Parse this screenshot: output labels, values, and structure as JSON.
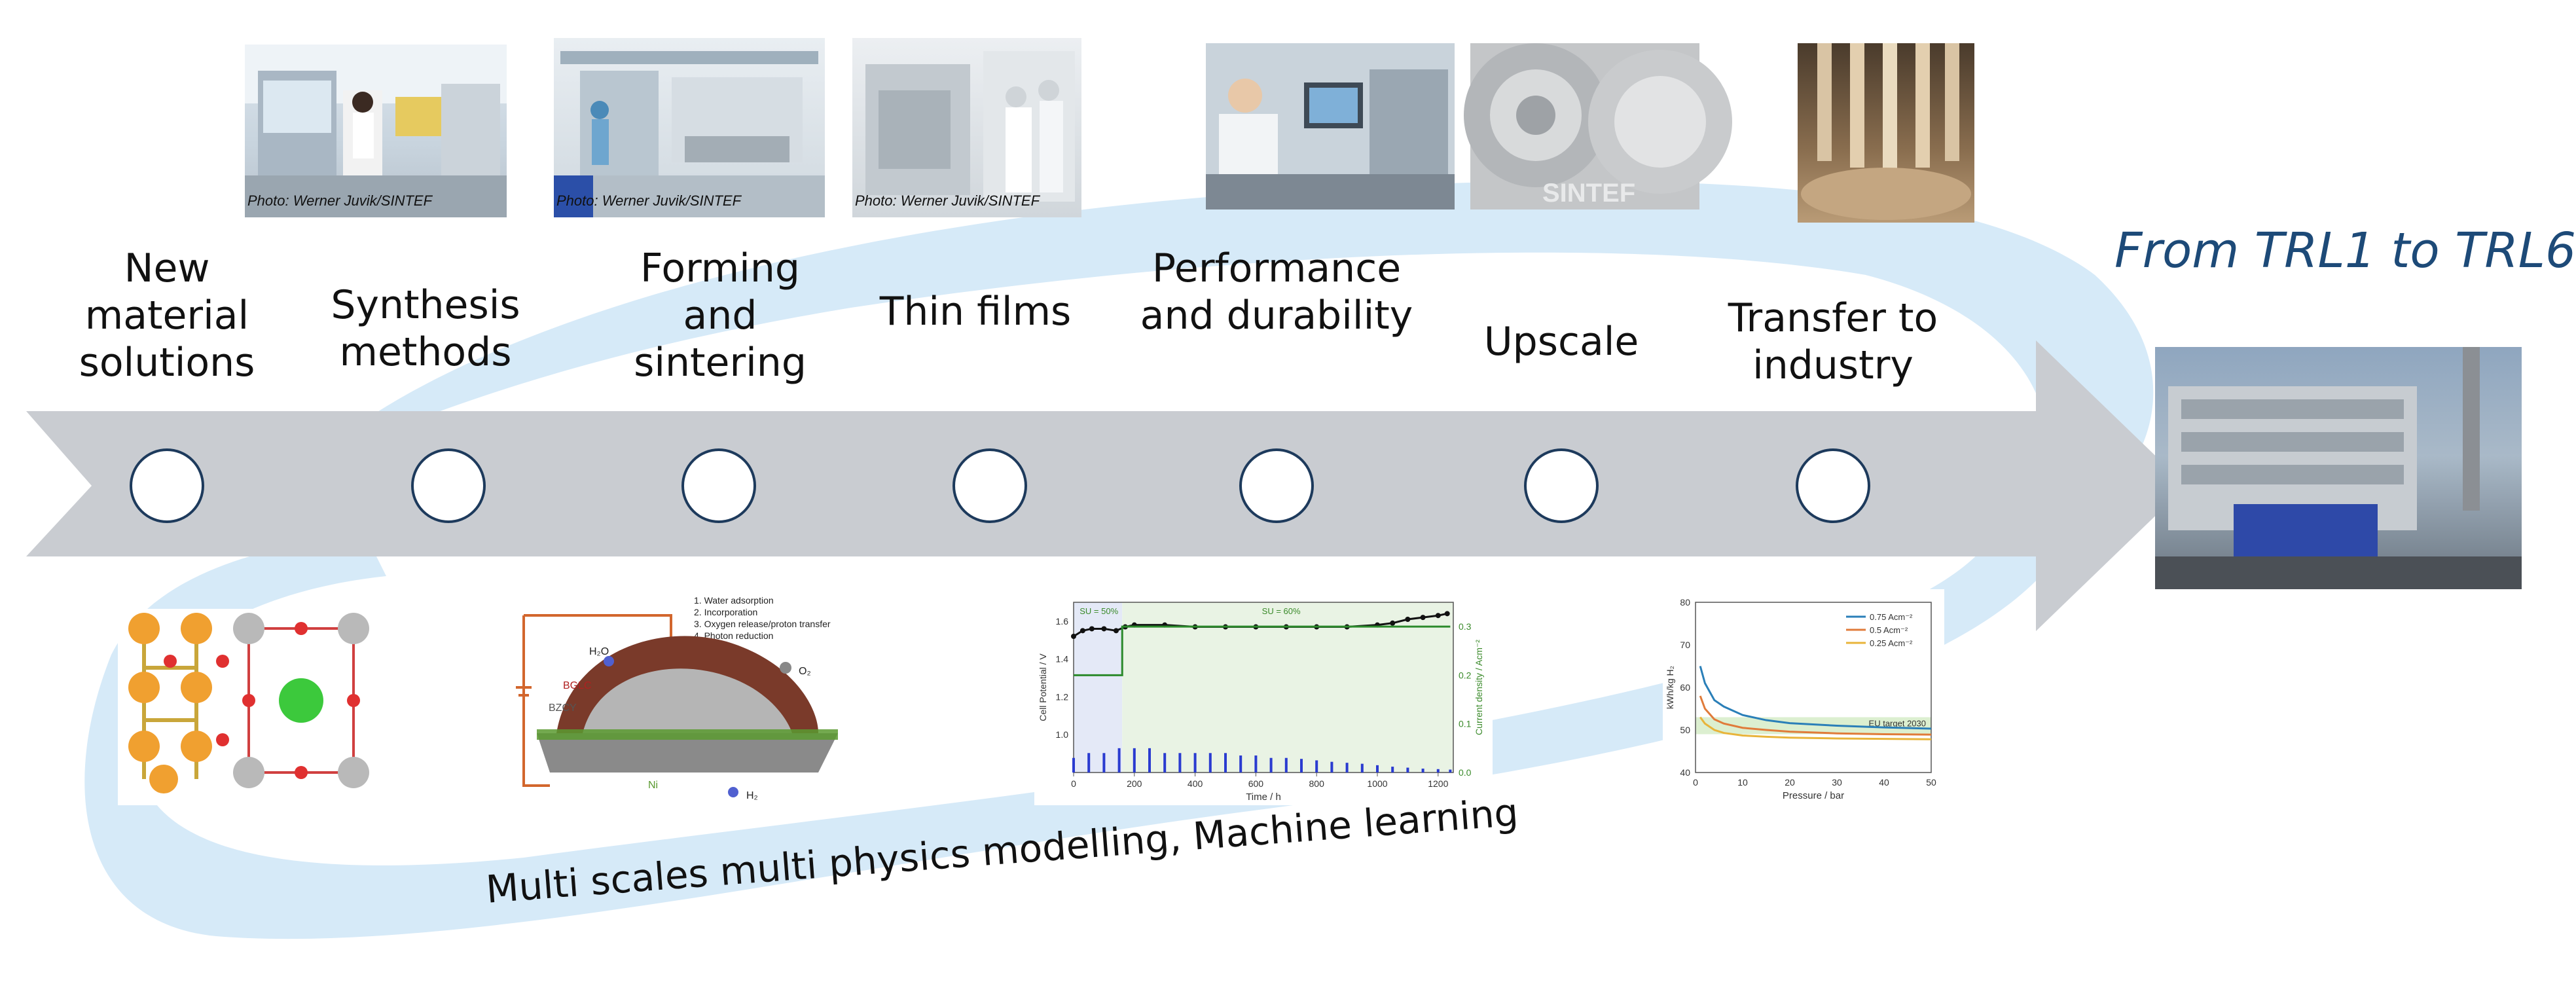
{
  "title": "From TRL1 to TRL6",
  "stages": [
    {
      "label": "New material solutions"
    },
    {
      "label": "Synthesis methods"
    },
    {
      "label": "Forming and sintering"
    },
    {
      "label": "Thin films"
    },
    {
      "label": "Performance and durability"
    },
    {
      "label": "Upscale"
    },
    {
      "label": "Transfer to industry"
    }
  ],
  "photo_credits": [
    "Photo: Werner Juvik/SINTEF",
    "Photo: Werner Juvik/SINTEF",
    "Photo: Werner Juvik/SINTEF"
  ],
  "watermark": "SINTEF",
  "modelling_label": "Multi scales multi physics modelling, Machine learning",
  "mechanism": {
    "steps": [
      "1. Water adsorption",
      "2. Incorporation",
      "3. Oxygen release/proton transfer",
      "4. Photon reduction"
    ],
    "labels": {
      "h2o": "H₂O",
      "bglc": "BGLC",
      "bzcy": "BZCY",
      "o2": "O₂",
      "h2": "H₂",
      "ni": "Ni"
    }
  },
  "colors": {
    "arrow": "#c9ccd1",
    "band": "#d6eaf8",
    "circle_stroke": "#1d3a5c",
    "title": "#1d4a78"
  },
  "chart_data": [
    {
      "type": "scatter",
      "title": "",
      "xlabel": "Time / h",
      "ylabel": "Cell Potential / V",
      "ylabel_right": "Current density / Acm⁻²",
      "xlim": [
        0,
        1250
      ],
      "ylim": [
        0.8,
        1.7
      ],
      "ylim_right": [
        0,
        0.35
      ],
      "xticks": [
        0,
        200,
        400,
        600,
        800,
        1000,
        1200
      ],
      "yticks": [
        1.0,
        1.2,
        1.4,
        1.6
      ],
      "yticks_right": [
        0.0,
        0.1,
        0.2,
        0.3
      ],
      "annotations": [
        "SU = 50%",
        "SU = 60%"
      ],
      "series": [
        {
          "x": [
            0,
            30,
            60,
            100,
            140,
            170,
            200,
            300,
            400,
            500,
            600,
            700,
            800,
            900,
            1000,
            1050,
            1100,
            1150,
            1200,
            1230
          ],
          "values": [
            1.52,
            1.55,
            1.56,
            1.56,
            1.55,
            1.57,
            1.58,
            1.58,
            1.57,
            1.57,
            1.57,
            1.57,
            1.57,
            1.57,
            1.58,
            1.59,
            1.61,
            1.62,
            1.63,
            1.64
          ]
        },
        {
          "x": [
            0,
            160,
            160,
            1240
          ],
          "values": [
            0.2,
            0.2,
            0.3,
            0.3
          ]
        },
        {
          "x": [
            0,
            50,
            100,
            150,
            200,
            250,
            300,
            350,
            400,
            450,
            500,
            550,
            600,
            650,
            700,
            750,
            800,
            850,
            900,
            950,
            1000,
            1050,
            1100,
            1150,
            1200,
            1240
          ],
          "values": [
            0.03,
            0.04,
            0.04,
            0.05,
            0.05,
            0.05,
            0.04,
            0.04,
            0.04,
            0.04,
            0.04,
            0.035,
            0.035,
            0.03,
            0.03,
            0.028,
            0.025,
            0.022,
            0.02,
            0.018,
            0.015,
            0.012,
            0.01,
            0.008,
            0.007,
            0.006
          ]
        }
      ]
    },
    {
      "type": "line",
      "title": "",
      "xlabel": "Pressure / bar",
      "ylabel": "kWh/kg H₂",
      "xlim": [
        0,
        50
      ],
      "ylim": [
        40,
        80
      ],
      "xticks": [
        0,
        10,
        20,
        30,
        40,
        50
      ],
      "yticks": [
        40,
        50,
        60,
        70,
        80
      ],
      "annotations": [
        "EU target 2030"
      ],
      "legend": "top-right",
      "target_band": [
        49,
        53
      ],
      "x": [
        1,
        2,
        4,
        6,
        10,
        15,
        20,
        30,
        40,
        50
      ],
      "series": [
        {
          "name": "0.75 Acm⁻²",
          "color": "#2a7fb8",
          "values": [
            65,
            61,
            57,
            55.5,
            53.5,
            52.3,
            51.6,
            51,
            50.6,
            50.3
          ]
        },
        {
          "name": "0.5 Acm⁻²",
          "color": "#e07b3a",
          "values": [
            58,
            55,
            52.5,
            51.5,
            50.5,
            50,
            49.6,
            49.2,
            49,
            48.9
          ]
        },
        {
          "name": "0.25 Acm⁻²",
          "color": "#e8b43a",
          "values": [
            53,
            51.5,
            50,
            49.3,
            48.7,
            48.4,
            48.2,
            48,
            47.9,
            47.8
          ]
        }
      ]
    }
  ]
}
